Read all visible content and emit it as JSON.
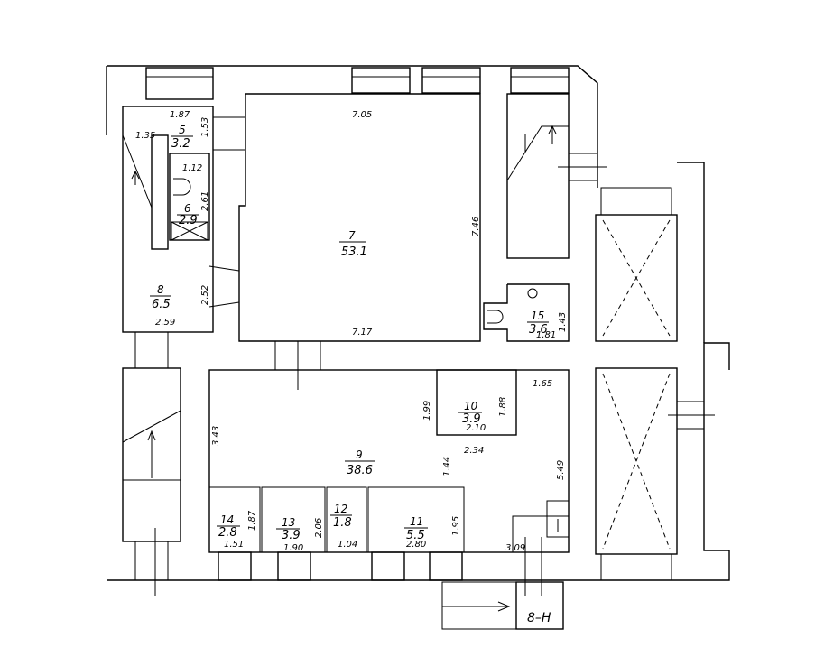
{
  "rooms": [
    {
      "number": "5",
      "area": "3.2"
    },
    {
      "number": "6",
      "area": "2.9"
    },
    {
      "number": "7",
      "area": "53.1"
    },
    {
      "number": "8",
      "area": "6.5"
    },
    {
      "number": "9",
      "area": "38.6"
    },
    {
      "number": "10",
      "area": "3.9"
    },
    {
      "number": "11",
      "area": "5.5"
    },
    {
      "number": "12",
      "area": "1.8"
    },
    {
      "number": "13",
      "area": "3.9"
    },
    {
      "number": "14",
      "area": "2.8"
    },
    {
      "number": "15",
      "area": "3.6"
    }
  ],
  "dimensions": [
    "1.87",
    "1.35",
    "1.53",
    "1.12",
    "2.61",
    "7.05",
    "7.46",
    "7.17",
    "2.52",
    "2.59",
    "1.99",
    "1.88",
    "2.10",
    "2.34",
    "3.43",
    "1.44",
    "5.49",
    "1.65",
    "1.43",
    "1.81",
    "1.87",
    "1.51",
    "2.06",
    "1.90",
    "1.04",
    "1.95",
    "2.80",
    "3.09"
  ],
  "section_mark": "8–Н"
}
